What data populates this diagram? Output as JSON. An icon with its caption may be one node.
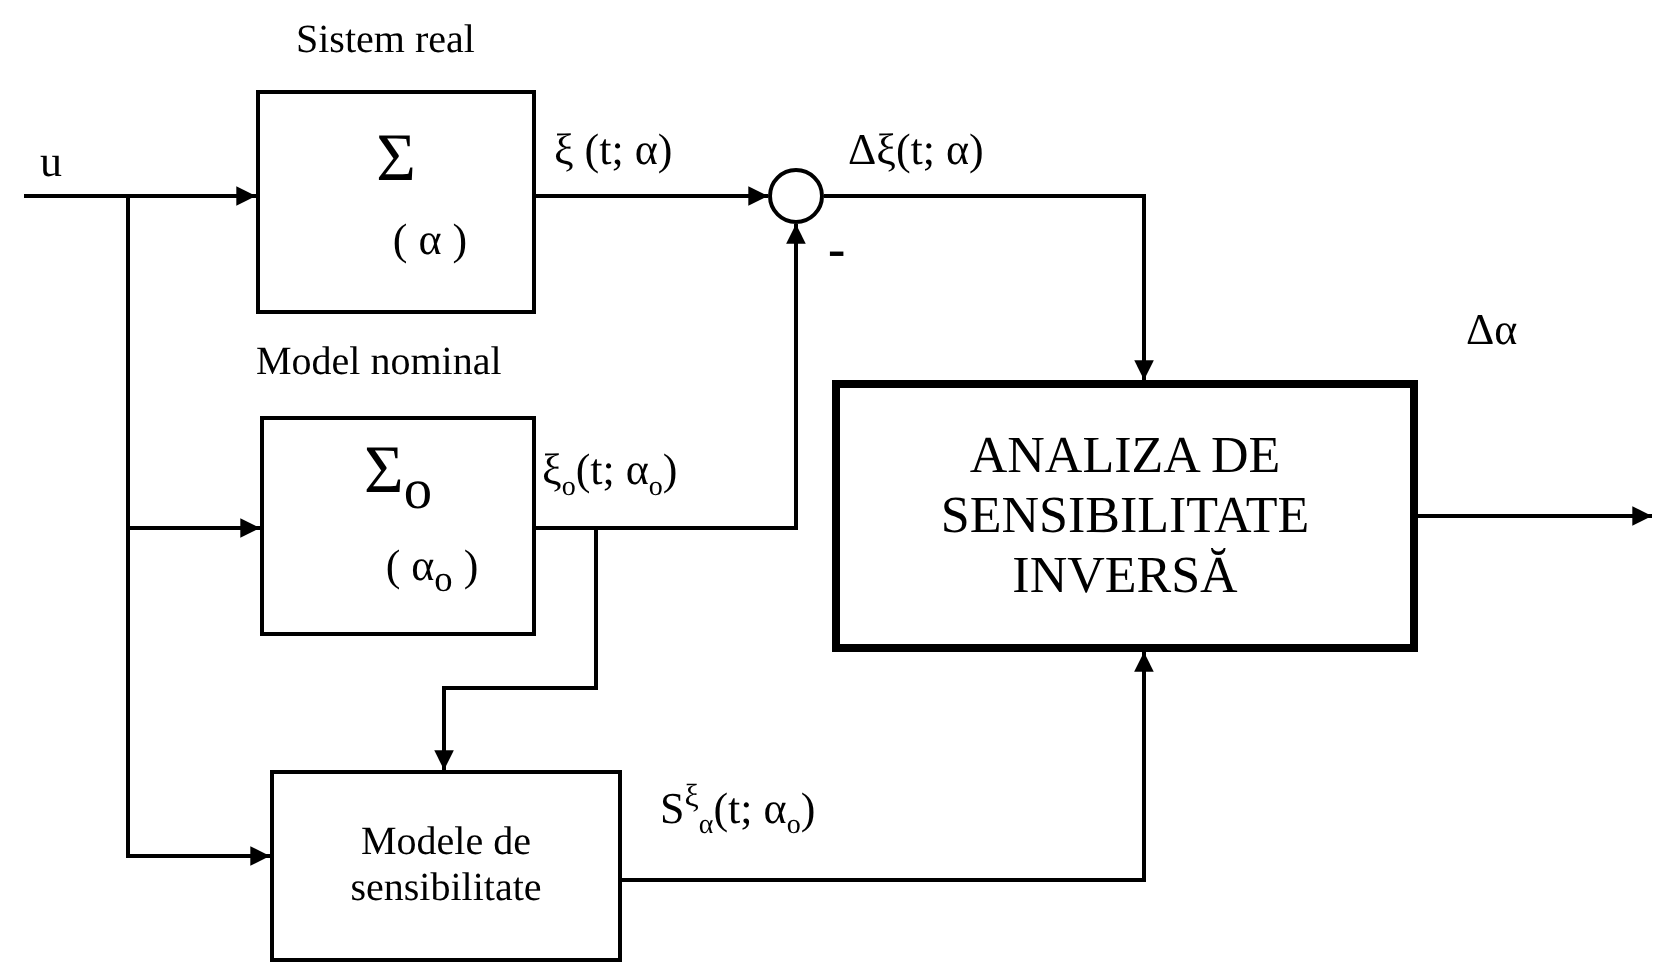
{
  "diagram": {
    "nodes": [
      {
        "text": [
          "Σ",
          "( α )"
        ],
        "beside": [
          "Sistem real"
        ]
      },
      {
        "text": [
          "Σ$_{o}$",
          "( α$_{o}$ )"
        ],
        "beside": [
          "Model nominal"
        ]
      },
      {
        "text": [
          "Modele de sensibilitate"
        ]
      },
      {
        "text": [
          "ANALIZA DE SENSIBILITATE INVERSĂ"
        ]
      },
      {
        "text": [],
        "shape": "circle"
      }
    ],
    "edges": [
      {
        "from": null,
        "to": 0,
        "arrow": "to",
        "label": "u"
      },
      {
        "from": null,
        "to": 1,
        "arrow": "to"
      },
      {
        "from": null,
        "to": 2,
        "arrow": "to"
      },
      {
        "from": 0,
        "to": 4,
        "arrow": "to",
        "label": "ξ (t; α)"
      },
      {
        "from": 1,
        "to": 4,
        "arrow": "to",
        "label": "ξ$_{o}$(t; α$_{o}$)"
      },
      {
        "from": 1,
        "to": 2,
        "arrow": "to"
      },
      {
        "from": 4,
        "to": 3,
        "arrow": "to",
        "label": "Δξ(t; α)"
      },
      {
        "from": 2,
        "to": 3,
        "arrow": "to",
        "label": "S$^{ξ}$$_{α}$(t; α$_{o}$)"
      },
      {
        "from": 3,
        "to": null,
        "arrow": "to",
        "label": "Δα"
      }
    ],
    "labels": [
      "-"
    ]
  }
}
